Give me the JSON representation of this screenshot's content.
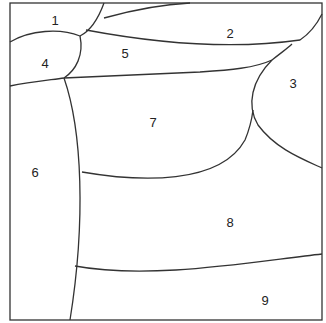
{
  "diagram": {
    "labels": [
      "1",
      "2",
      "5",
      "4",
      "3",
      "7",
      "6",
      "8",
      "9"
    ]
  }
}
